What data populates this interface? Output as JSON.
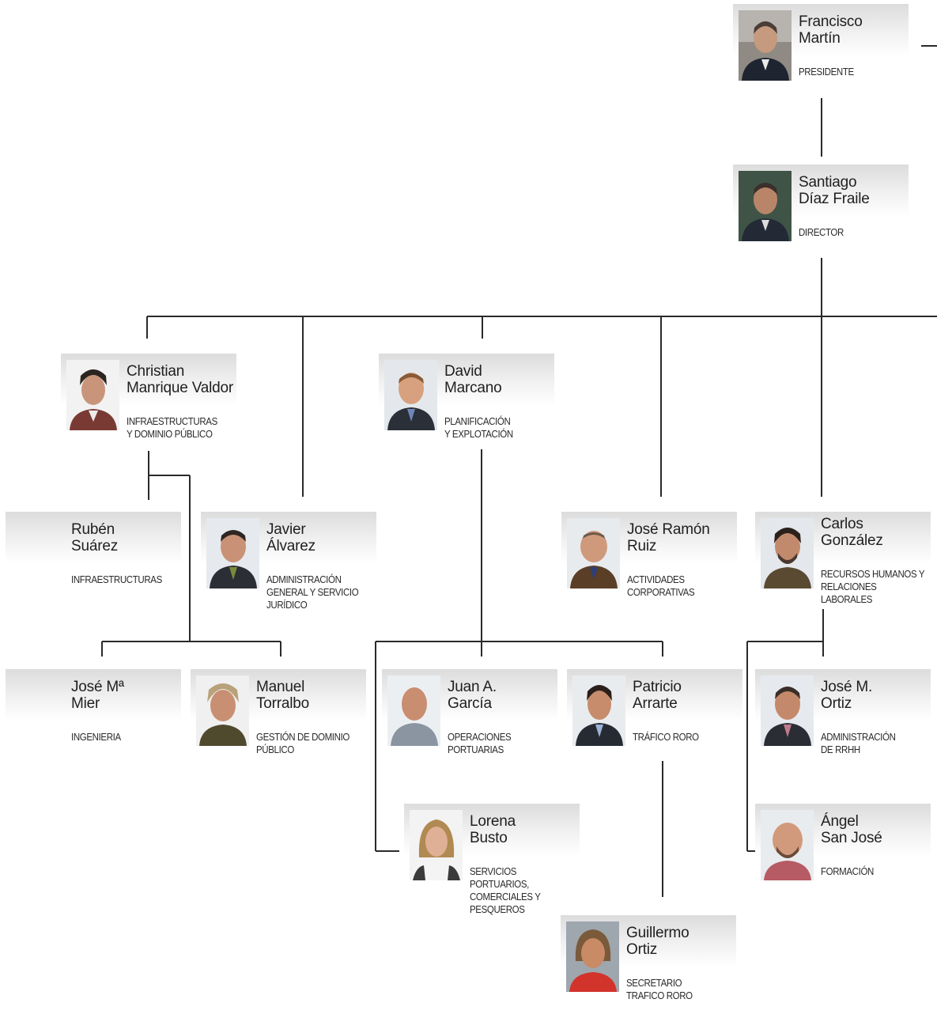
{
  "colors": {
    "line": "#2a2a2a",
    "band_top": "#dcdcdc",
    "text": "#1f1f1f"
  },
  "people": [
    {
      "id": "francisco",
      "name": "Francisco\nMartín",
      "role": "PRESIDENTE",
      "photo": true
    },
    {
      "id": "santiago",
      "name": "Santiago\nDíaz Fraile",
      "role": "DIRECTOR",
      "photo": true
    },
    {
      "id": "christian",
      "name": "Christian\nManrique Valdor",
      "role": "INFRAESTRUCTURAS\nY DOMINIO PÚBLICO",
      "photo": true
    },
    {
      "id": "david",
      "name": "David\nMarcano",
      "role": "PLANIFICACIÓN\nY EXPLOTACIÓN",
      "photo": true
    },
    {
      "id": "ruben",
      "name": "Rubén\nSuárez",
      "role": "INFRAESTRUCTURAS",
      "photo": false
    },
    {
      "id": "javier",
      "name": "Javier\nÁlvarez",
      "role": "ADMINISTRACIÓN\nGENERAL Y SERVICIO\nJURÍDICO",
      "photo": true
    },
    {
      "id": "joseramon",
      "name": "José Ramón\nRuiz",
      "role": "ACTIVIDADES\nCORPORATIVAS",
      "photo": true
    },
    {
      "id": "carlos",
      "name": "Carlos\nGonzález",
      "role": "RECURSOS HUMANOS Y\nRELACIONES LABORALES",
      "photo": true
    },
    {
      "id": "josemier",
      "name": "José Mª\nMier",
      "role": "INGENIERIA",
      "photo": false
    },
    {
      "id": "manuel",
      "name": "Manuel\nTorralbo",
      "role": "GESTIÓN DE DOMINIO\nPÚBLICO",
      "photo": true
    },
    {
      "id": "juan",
      "name": "Juan A.\nGarcía",
      "role": "OPERACIONES\nPORTUARIAS",
      "photo": true
    },
    {
      "id": "patricio",
      "name": "Patricio\nArrarte",
      "role": "TRÁFICO RORO",
      "photo": true
    },
    {
      "id": "joseortiz",
      "name": "José M.\nOrtiz",
      "role": "ADMINISTRACIÓN\nDE RRHH",
      "photo": true
    },
    {
      "id": "lorena",
      "name": "Lorena\nBusto",
      "role": "SERVICIOS PORTUARIOS,\nCOMERCIALES Y\nPESQUEROS",
      "photo": true
    },
    {
      "id": "angel",
      "name": "Ángel\nSan José",
      "role": "FORMACIÓN",
      "photo": true
    },
    {
      "id": "guillermo",
      "name": "Guillermo\nOrtiz",
      "role": "SECRETARIO\nTRAFICO RORO",
      "photo": true
    }
  ]
}
